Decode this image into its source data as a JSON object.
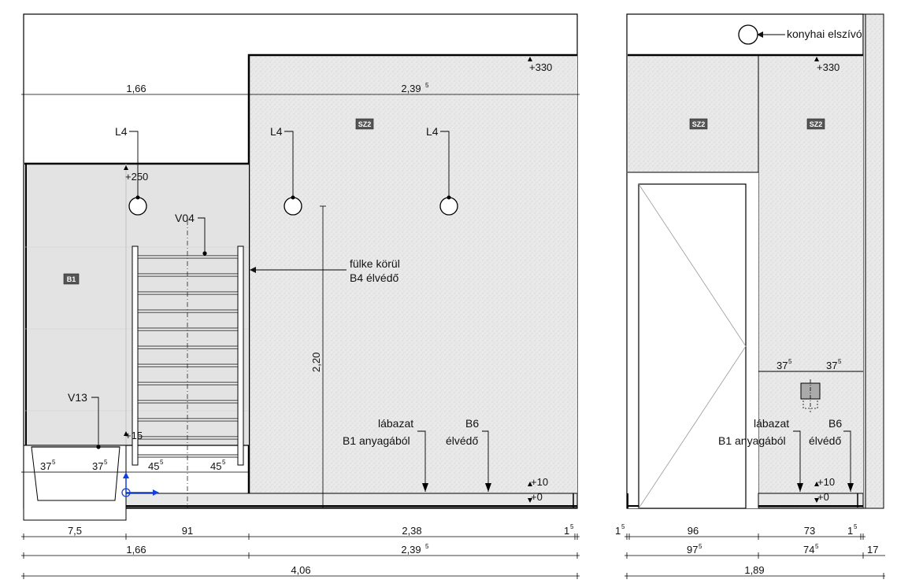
{
  "left_elevation": {
    "labels": {
      "l4_left": "L4",
      "l4_mid": "L4",
      "l4_right": "L4",
      "v04": "V04",
      "v13": "V13",
      "fulke_line1": "fülke körül",
      "fulke_line2": "B4 élvédő",
      "labazat_line1": "lábazat",
      "labazat_line2": "B1 anyagából",
      "b6_line1": "B6",
      "b6_line2": "élvédő"
    },
    "tags": {
      "sz2": "SZ2",
      "b1": "B1"
    },
    "levels": {
      "plus330": "+330",
      "plus250": "+250",
      "plus15": "+15",
      "plus10": "+10",
      "plus0": "+0"
    },
    "dims": {
      "top_166": "1,66",
      "top_239": "2,39",
      "top_239_sup": "5",
      "vertical_220": "2,20",
      "tub_left_a": "37",
      "tub_left_a_sup": "5",
      "tub_left_b": "37",
      "tub_left_b_sup": "5",
      "rad_a": "45",
      "rad_a_sup": "5",
      "rad_b": "45",
      "rad_b_sup": "5",
      "b1_75": "7,5",
      "b1_91": "91",
      "b1_238": "2,38",
      "b1_15": "1",
      "b1_15_sup": "5",
      "b2_166": "1,66",
      "b2_239": "2,39",
      "b2_239_sup": "5",
      "b3_406": "4,06"
    }
  },
  "right_elevation": {
    "labels": {
      "hood": "konyhai elszívó",
      "labazat_line1": "lábazat",
      "labazat_line2": "B1 anyagából",
      "b6_line1": "B6",
      "b6_line2": "élvédő"
    },
    "tags": {
      "sz2_a": "SZ2",
      "sz2_b": "SZ2"
    },
    "levels": {
      "plus330": "+330",
      "plus10": "+10",
      "plus0": "+0"
    },
    "dims": {
      "box_a": "37",
      "box_a_sup": "5",
      "box_b": "37",
      "box_b_sup": "5",
      "b1_15l": "1",
      "b1_15l_sup": "5",
      "b1_96": "96",
      "b1_73": "73",
      "b1_15r": "1",
      "b1_15r_sup": "5",
      "b2_975": "97",
      "b2_975_sup": "5",
      "b2_745": "74",
      "b2_745_sup": "5",
      "b2_17": "17",
      "b3_189": "1,89"
    }
  }
}
